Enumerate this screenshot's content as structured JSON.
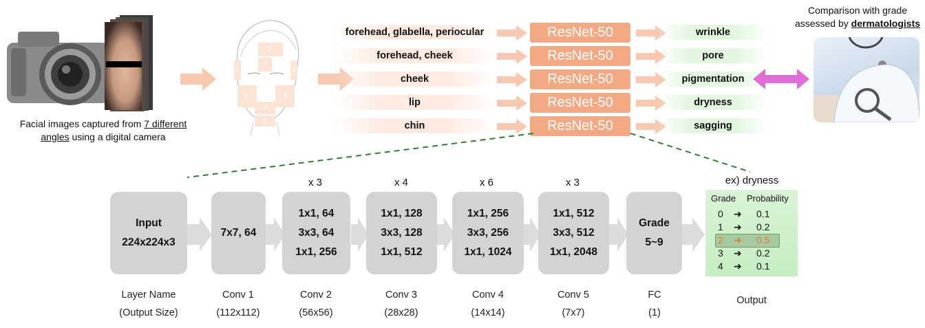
{
  "input_section": {
    "caption_pre": "Facial images captured from ",
    "caption_underline1": "7 different",
    "caption_underline2": "angles",
    "caption_post": " using a digital camera"
  },
  "face_zones": [
    "1",
    "2",
    "3",
    "4",
    "5",
    "6",
    "7",
    "8"
  ],
  "regions": [
    "forehead, glabella, periocular",
    "forehead, cheek",
    "cheek",
    "lip",
    "chin"
  ],
  "model_label": "ResNet-50",
  "outputs": [
    "wrinkle",
    "pore",
    "pigmentation",
    "dryness",
    "sagging"
  ],
  "comparison": {
    "line1": "Comparison with grade",
    "line2_pre": "assessed by ",
    "line2_underline": "dermatologists"
  },
  "layers": [
    {
      "id": "input",
      "lines": [
        "Input",
        "224x224x3"
      ],
      "mult": "",
      "name": "Layer Name",
      "size": "(Output Size)"
    },
    {
      "id": "conv1",
      "lines": [
        "7x7, 64"
      ],
      "mult": "",
      "name": "Conv 1",
      "size": "(112x112)"
    },
    {
      "id": "conv2",
      "lines": [
        "1x1, 64",
        "3x3, 64",
        "1x1, 256"
      ],
      "mult": "x 3",
      "name": "Conv 2",
      "size": "(56x56)"
    },
    {
      "id": "conv3",
      "lines": [
        "1x1, 128",
        "3x3, 128",
        "1x1, 512"
      ],
      "mult": "x 4",
      "name": "Conv 3",
      "size": "(28x28)"
    },
    {
      "id": "conv4",
      "lines": [
        "1x1, 256",
        "3x3, 256",
        "1x1, 1024"
      ],
      "mult": "x 6",
      "name": "Conv 4",
      "size": "(14x14)"
    },
    {
      "id": "conv5",
      "lines": [
        "1x1, 512",
        "3x3, 512",
        "1x1, 2048"
      ],
      "mult": "x 3",
      "name": "Conv 5",
      "size": "(7x7)"
    },
    {
      "id": "fc",
      "lines": [
        "Grade",
        "5~9"
      ],
      "mult": "",
      "name": "FC",
      "size": "(1)"
    }
  ],
  "output_example": {
    "title": "ex) dryness",
    "col_grade": "Grade",
    "col_prob": "Probability",
    "rows": [
      {
        "grade": "0",
        "arrow": "➜",
        "prob": "0.1"
      },
      {
        "grade": "1",
        "arrow": "➜",
        "prob": "0.2"
      },
      {
        "grade": "2",
        "arrow": "➜",
        "prob": "0.5"
      },
      {
        "grade": "3",
        "arrow": "➜",
        "prob": "0.2"
      },
      {
        "grade": "4",
        "arrow": "➜",
        "prob": "0.1"
      }
    ],
    "highlight_index": 2,
    "label": "Output"
  },
  "colors": {
    "arrow_orange": "#f6c9b0",
    "resnet_fill": "#f3a984",
    "layer_gray": "#d3d3d3",
    "arrow_gray": "#dcdcdc",
    "dashed_green": "#2e7d32",
    "compare_magenta": "#df6fd6",
    "highlight_text": "#e07a3a"
  }
}
